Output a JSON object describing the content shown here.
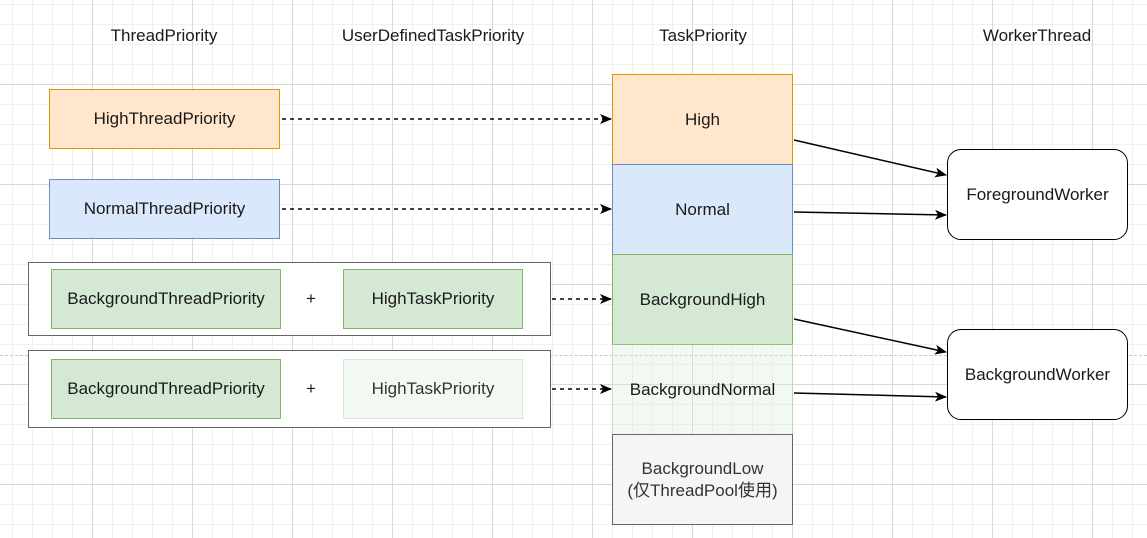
{
  "headers": {
    "thread_priority": "ThreadPriority",
    "user_defined_task_priority": "UserDefinedTaskPriority",
    "task_priority": "TaskPriority",
    "worker_thread": "WorkerThread"
  },
  "left": {
    "high_thread_priority": "HighThreadPriority",
    "normal_thread_priority": "NormalThreadPriority",
    "row3": {
      "thread": "BackgroundThreadPriority",
      "plus": "+",
      "task": "HighTaskPriority"
    },
    "row4": {
      "thread": "BackgroundThreadPriority",
      "plus": "+",
      "task": "HighTaskPriority"
    }
  },
  "task_priority": {
    "high": "High",
    "normal": "Normal",
    "background_high": "BackgroundHigh",
    "background_normal": "BackgroundNormal",
    "background_low_line1": "BackgroundLow",
    "background_low_line2": "(仅ThreadPool使用)"
  },
  "workers": {
    "foreground": "ForegroundWorker",
    "background": "BackgroundWorker"
  },
  "colors": {
    "orange_fill": "#ffe6cc",
    "orange_stroke": "#d79b00",
    "blue_fill": "#dae8fc",
    "blue_stroke": "#6c8ebf",
    "green_fill": "#d5e8d4",
    "green_stroke": "#82b366",
    "grey_fill": "#f5f5f5",
    "grey_stroke": "#666666"
  }
}
